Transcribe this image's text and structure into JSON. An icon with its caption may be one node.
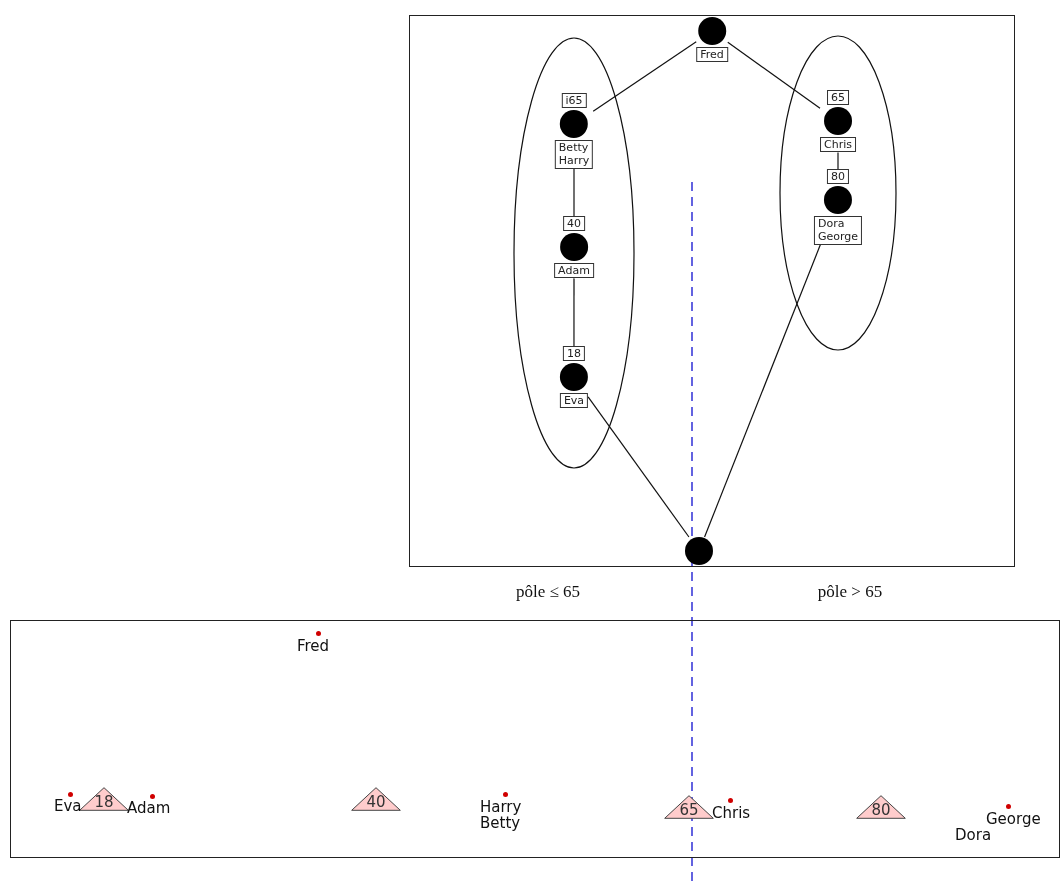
{
  "diagram": {
    "nodes": [
      {
        "text": [],
        "shape": "box"
      },
      {
        "text": [
          "Fred"
        ],
        "in": 0
      },
      {
        "text": [],
        "shape": "ellipse",
        "in": 0
      },
      {
        "text": [
          "i65",
          "Betty Harry"
        ],
        "in": 2
      },
      {
        "text": [
          "40",
          "Adam"
        ],
        "in": 2
      },
      {
        "text": [
          "18",
          "Eva"
        ],
        "in": 2
      },
      {
        "text": [],
        "shape": "ellipse",
        "in": 0
      },
      {
        "text": [
          "65",
          "Chris"
        ],
        "in": 6
      },
      {
        "text": [
          "80",
          "Dora George"
        ],
        "in": 6
      },
      {
        "text": [],
        "shape": "circle",
        "in": 0
      },
      {
        "text": [],
        "shape": "box"
      },
      {
        "text": [
          "18"
        ],
        "in": 10
      },
      {
        "text": [
          "40"
        ],
        "in": 10
      },
      {
        "text": [
          "65"
        ],
        "in": 10
      },
      {
        "text": [
          "80"
        ],
        "in": 10
      }
    ],
    "edges": [
      {
        "from": 1,
        "to": 3,
        "arrow": "none"
      },
      {
        "from": 1,
        "to": 7,
        "arrow": "none"
      },
      {
        "from": 3,
        "to": 4,
        "arrow": "none"
      },
      {
        "from": 4,
        "to": 5,
        "arrow": "none"
      },
      {
        "from": 7,
        "to": 8,
        "arrow": "none"
      },
      {
        "from": 5,
        "to": 9,
        "arrow": "none"
      },
      {
        "from": 8,
        "to": 9,
        "arrow": "none"
      }
    ],
    "labels": [
      "pôle ≤ 65",
      "pôle > 65",
      "Fred",
      "Eva",
      "Adam",
      "Harry",
      "Betty",
      "Chris",
      "George",
      "Dora"
    ]
  }
}
